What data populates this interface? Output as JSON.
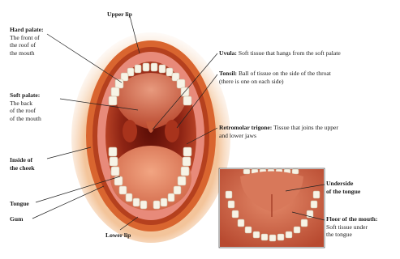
{
  "labels": {
    "upper_lip": {
      "title": "Upper lip"
    },
    "hard_palate": {
      "title": "Hard palate:",
      "desc": [
        "The front of",
        "the roof of",
        "the mouth"
      ]
    },
    "soft_palate": {
      "title": "Soft palate:",
      "desc": [
        "The back",
        "of the roof",
        "of the mouth"
      ]
    },
    "inside_cheek": {
      "title": [
        "Inside of",
        "the cheek"
      ]
    },
    "tongue": {
      "title": "Tongue"
    },
    "gum": {
      "title": "Gum"
    },
    "lower_lip": {
      "title": "Lower lip"
    },
    "uvula": {
      "title": "Uvula:",
      "desc": "Soft tissue that hangs from the soft palate"
    },
    "tonsil": {
      "title": "Tonsil:",
      "desc": [
        "Ball of tissue on the side of the throat",
        "(there is one on each side)"
      ]
    },
    "retromolar": {
      "title": "Retromolar trigone:",
      "desc": [
        "Tissue that joins the upper",
        "and lower jaws"
      ]
    },
    "underside": {
      "title": [
        "Underside",
        "of the tongue"
      ]
    },
    "floor": {
      "title": "Floor of the mouth:",
      "desc": [
        "Soft tissue under",
        "the tongue"
      ]
    }
  },
  "colors": {
    "lip": "#d9652f",
    "lip_dark": "#9e2a12",
    "gum": "#e88a7a",
    "mouth_interior": "#7a1a10",
    "tongue": "#e98c6a",
    "teeth": "#f7f3e6",
    "skin": "#f3c49a"
  }
}
